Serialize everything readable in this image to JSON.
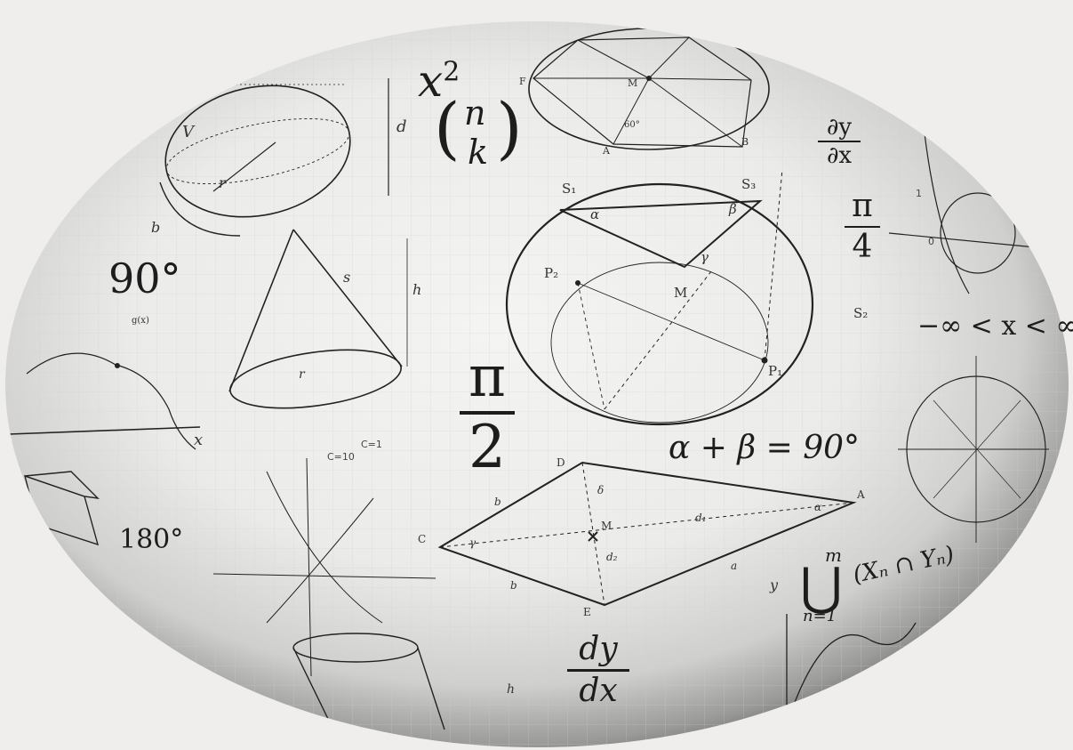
{
  "image": {
    "subject": "math-sphere-collage",
    "colors": {
      "background": "#efeeec",
      "ink": "#1d1d1d",
      "shade": "#8d8d8d"
    }
  },
  "formulas": {
    "x_squared": "x",
    "exponent_two": "2",
    "binom_n": "n",
    "binom_k": "k",
    "degrees_90": "90°",
    "degrees_180": "180°",
    "pi_numerator": "π",
    "pi_denominator": "2",
    "pi4_numerator": "π",
    "pi4_denominator": "4",
    "partial_num": "∂y",
    "partial_den": "∂x",
    "dy_num": "dy",
    "dy_den": "dx",
    "angle_sum": "α + β = 90°",
    "infinity_range": "−∞ < x < ∞",
    "union_top": "m",
    "union_bottom": "n=1",
    "union_body": "(Xₙ ∩ Yₙ)",
    "union_symbol": "⋃"
  },
  "diagram_labels": {
    "cylinder_d": "d",
    "cylinder_v": "V",
    "cylinder_r": "r",
    "cylinder_b": "b",
    "cone_s": "s",
    "cone_h": "h",
    "cone_r": "r",
    "hex_f": "F",
    "hex_m": "M",
    "hex_a": "A",
    "hex_b": "B",
    "hex_60": "60°",
    "circle_s1": "S₁",
    "circle_s2": "S₂",
    "circle_s3": "S₃",
    "circle_p1": "P₁",
    "circle_p2": "P₂",
    "circle_m": "M",
    "circle_alpha": "α",
    "circle_beta": "β",
    "circle_gamma": "γ",
    "kite_a": "A",
    "kite_c": "C",
    "kite_d": "D",
    "kite_e": "E",
    "kite_m": "M",
    "kite_b": "b",
    "kite_a_side": "a",
    "kite_d1": "d₁",
    "kite_d2": "d₂",
    "kite_gamma": "γ",
    "kite_delta": "δ",
    "kite_alpha": "α",
    "graph_x": "x",
    "graph_y": "y",
    "graph_c10": "C=10",
    "graph_c1": "C=1",
    "cyl_h": "h",
    "gx": "g(x)",
    "y_axis": "y",
    "tick_one": "1",
    "tick_zero": "0"
  }
}
